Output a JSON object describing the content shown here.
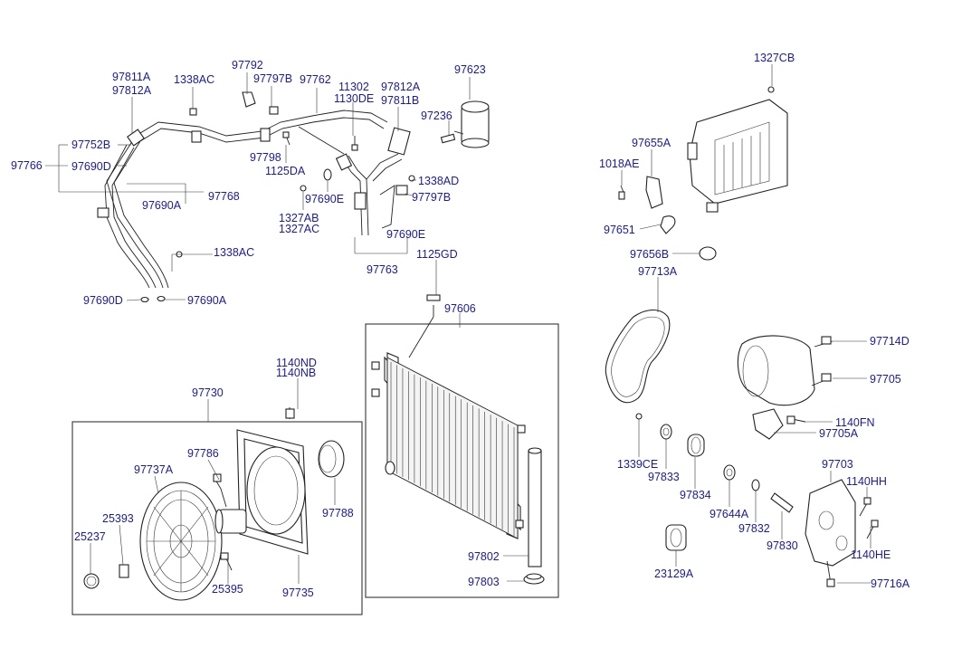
{
  "labels": {
    "p97811A": "97811A",
    "p97812A_l": "97812A",
    "p1338AC_t": "1338AC",
    "p97792": "97792",
    "p97797B_t": "97797B",
    "p97762": "97762",
    "p11302": "11302",
    "p1130DE": "1130DE",
    "p97812A_r": "97812A",
    "p97811B": "97811B",
    "p97623": "97623",
    "p97236": "97236",
    "p97752B": "97752B",
    "p97766": "97766",
    "p97690D_t": "97690D",
    "p97798": "97798",
    "p1125DA": "1125DA",
    "p1338AD": "1338AD",
    "p97768": "97768",
    "p97690A_t": "97690A",
    "p97690E_t": "97690E",
    "p97797B_b": "97797B",
    "p1327AB": "1327AB",
    "p1327AC": "1327AC",
    "p97690E_b": "97690E",
    "p1338AC_b": "1338AC",
    "p97763": "97763",
    "p1125GD": "1125GD",
    "p97690D_b": "97690D",
    "p97690A_b": "97690A",
    "p97606": "97606",
    "p1327CB": "1327CB",
    "p97655A": "97655A",
    "p1018AE": "1018AE",
    "p97651": "97651",
    "p97656B": "97656B",
    "p97713A": "97713A",
    "p97714D": "97714D",
    "p97705": "97705",
    "p1140FN": "1140FN",
    "p97705A": "97705A",
    "p1140ND": "1140ND",
    "p1140NB": "1140NB",
    "p97730": "97730",
    "p97786": "97786",
    "p97737A": "97737A",
    "p25393": "25393",
    "p25237": "25237",
    "p97788": "97788",
    "p25395": "25395",
    "p97735": "97735",
    "p97802": "97802",
    "p97803": "97803",
    "p1339CE": "1339CE",
    "p97833": "97833",
    "p97834": "97834",
    "p97703": "97703",
    "p1140HH": "1140HH",
    "p97644A": "97644A",
    "p97832": "97832",
    "p97830": "97830",
    "p1140HE": "1140HE",
    "p23129A": "23129A",
    "p97716A": "97716A"
  }
}
